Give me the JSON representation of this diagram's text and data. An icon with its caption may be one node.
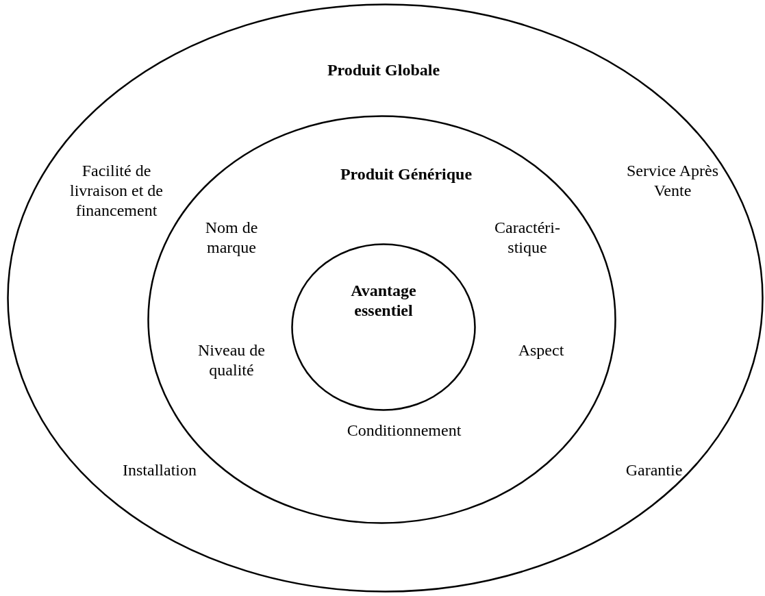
{
  "diagram": {
    "nodes": [
      {
        "text": [
          "Produit Globale",
          "Facilité de livraison et de financement",
          "Service Après Vente",
          "Installation",
          "Garantie"
        ]
      },
      {
        "text": [
          "Produit Générique",
          "Nom de marque",
          "Caractéri- stique",
          "Niveau de qualité",
          "Aspect",
          "Conditionnement"
        ],
        "in": 0
      },
      {
        "text": [
          "Avantage essentiel"
        ],
        "in": 1
      }
    ]
  }
}
